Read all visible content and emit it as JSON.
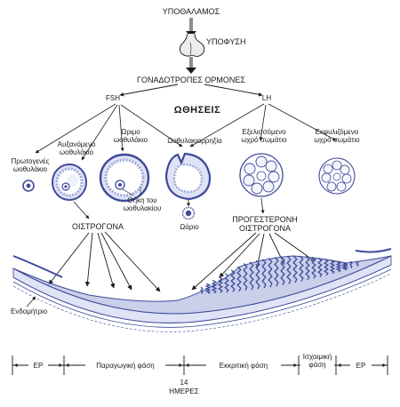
{
  "axis": {
    "hypothalamus": "ΥΠΟΘΑΛΑΜΟΣ",
    "pituitary": "ΥΠΟΦΥΣΗ",
    "gonadotropins": "ΓΟΝΑΔΟΤΡΟΠΕΣ ΟΡΜΟΝΕΣ",
    "fsh": "FSH",
    "lh": "LH",
    "stimuli": "ΩΘΗΣΕΙΣ"
  },
  "ovary": {
    "primordial": [
      "Πρωτογενές",
      "ωοθυλάκιο"
    ],
    "growing": [
      "Αυξανόμενο",
      "ωοθυλάκιο"
    ],
    "mature": [
      "Ώριμο",
      "ωοθυλάκιο"
    ],
    "ovulation": "Ωοθυλακιορρηξία",
    "corpus_luteum": [
      "Εξελισσόμενο",
      "ωχρό σωμάτιο"
    ],
    "regressing": [
      "Εκφυλιζόμενο",
      "ωχρό σωμάτιο"
    ],
    "theca": [
      "Θήκη του",
      "ωοθυλακίου"
    ],
    "ovum": "Ωάριο"
  },
  "hormones": {
    "estrogen": "ΟΙΣΤΡΟΓΟΝΑ",
    "progesterone": "ΠΡΟΓΕΣΤΕΡΟΝΗ",
    "estrogen2": "ΟΙΣΤΡΟΓΟΝΑ"
  },
  "uterus": {
    "endometrium": "Ενδομήτριο"
  },
  "timeline": {
    "ep1": "ΕΡ",
    "proliferative": "Παραγωγική φάση",
    "secretory": "Εκκριτική φάση",
    "ischemic": [
      "Ισχαιμική",
      "φάση"
    ],
    "ep2": "ΕΡ",
    "day": "14",
    "days_label": "ΗΜΕΡΕΣ"
  },
  "colors": {
    "ink": "#1a1a1a",
    "tissue": "#3d4a9a",
    "tissue_fill": "#9ea8d8",
    "tissue_light": "#dfe3f5"
  }
}
